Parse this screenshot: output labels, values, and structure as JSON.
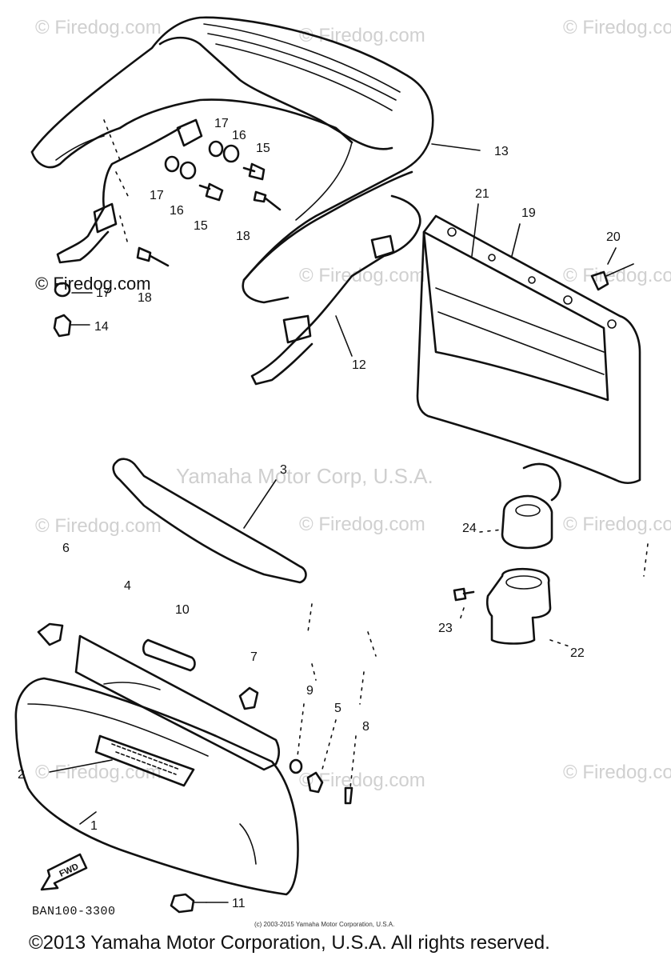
{
  "watermarks": {
    "firedog": "© Firedog.com",
    "yamaha": "Yamaha Motor Corp, U.S.A."
  },
  "callouts": [
    "1",
    "2",
    "3",
    "4",
    "5",
    "6",
    "7",
    "8",
    "9",
    "10",
    "11",
    "12",
    "13",
    "14",
    "15",
    "15",
    "16",
    "16",
    "17",
    "17",
    "17",
    "18",
    "18",
    "19",
    "20",
    "21",
    "22",
    "23",
    "24"
  ],
  "direction_marker": "FWD",
  "diagram_code": "BAN100-3300",
  "fine_print": "(c) 2003-2015 Yamaha Motor Corporation, U.S.A.",
  "copyright": "©2013 Yamaha Motor Corporation, U.S.A. All rights reserved."
}
